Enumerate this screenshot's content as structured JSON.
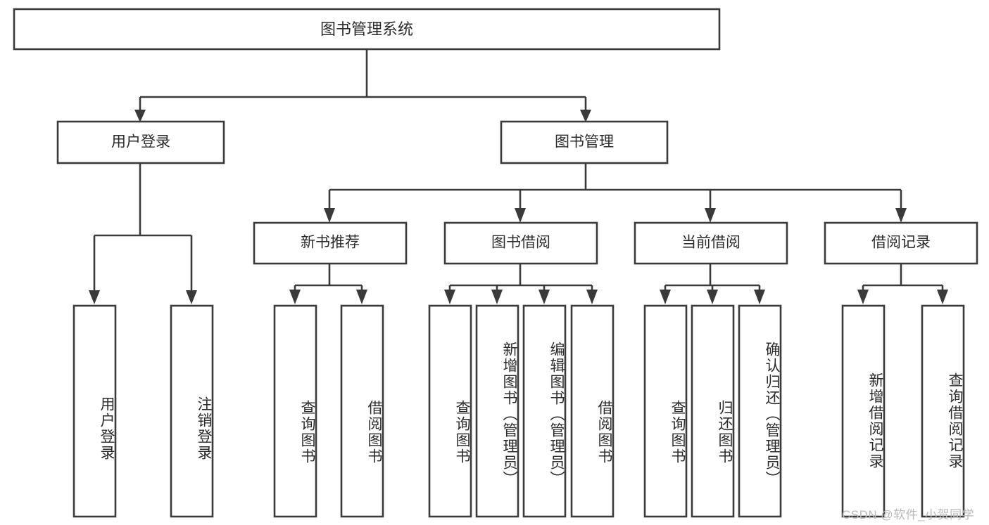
{
  "diagram": {
    "type": "tree-hierarchy",
    "title": "图书管理系统",
    "watermark": "CSDN @软件_小贺同学",
    "colors": {
      "stroke": "#3a3a3a",
      "box_fill": "#ffffff",
      "text": "#2b2b2b",
      "background": "#ffffff",
      "watermark": "#b9b9b9"
    },
    "root": {
      "label": "图书管理系统",
      "orientation": "horizontal"
    },
    "level2": [
      {
        "label": "用户登录",
        "orientation": "horizontal"
      },
      {
        "label": "图书管理",
        "orientation": "horizontal"
      }
    ],
    "level3": [
      {
        "label": "新书推荐",
        "orientation": "horizontal",
        "parent": "图书管理"
      },
      {
        "label": "图书借阅",
        "orientation": "horizontal",
        "parent": "图书管理"
      },
      {
        "label": "当前借阅",
        "orientation": "horizontal",
        "parent": "图书管理"
      },
      {
        "label": "借阅记录",
        "orientation": "horizontal",
        "parent": "图书管理"
      }
    ],
    "leaves": [
      {
        "label": "用户登录",
        "parent": "用户登录",
        "orientation": "vertical"
      },
      {
        "label": "注销登录",
        "parent": "用户登录",
        "orientation": "vertical"
      },
      {
        "label": "查询图书",
        "parent": "新书推荐",
        "orientation": "vertical"
      },
      {
        "label": "借阅图书",
        "parent": "新书推荐",
        "orientation": "vertical"
      },
      {
        "label": "查询图书",
        "parent": "图书借阅",
        "orientation": "vertical"
      },
      {
        "label": "新增图书（管理员）",
        "parent": "图书借阅",
        "orientation": "vertical"
      },
      {
        "label": "编辑图书（管理员）",
        "parent": "图书借阅",
        "orientation": "vertical"
      },
      {
        "label": "借阅图书",
        "parent": "图书借阅",
        "orientation": "vertical"
      },
      {
        "label": "查询图书",
        "parent": "当前借阅",
        "orientation": "vertical"
      },
      {
        "label": "归还图书",
        "parent": "当前借阅",
        "orientation": "vertical"
      },
      {
        "label": "确认归还（管理员）",
        "parent": "当前借阅",
        "orientation": "vertical"
      },
      {
        "label": "新增借阅记录",
        "parent": "借阅记录",
        "orientation": "vertical"
      },
      {
        "label": "查询借阅记录",
        "parent": "借阅记录",
        "orientation": "vertical"
      }
    ]
  }
}
